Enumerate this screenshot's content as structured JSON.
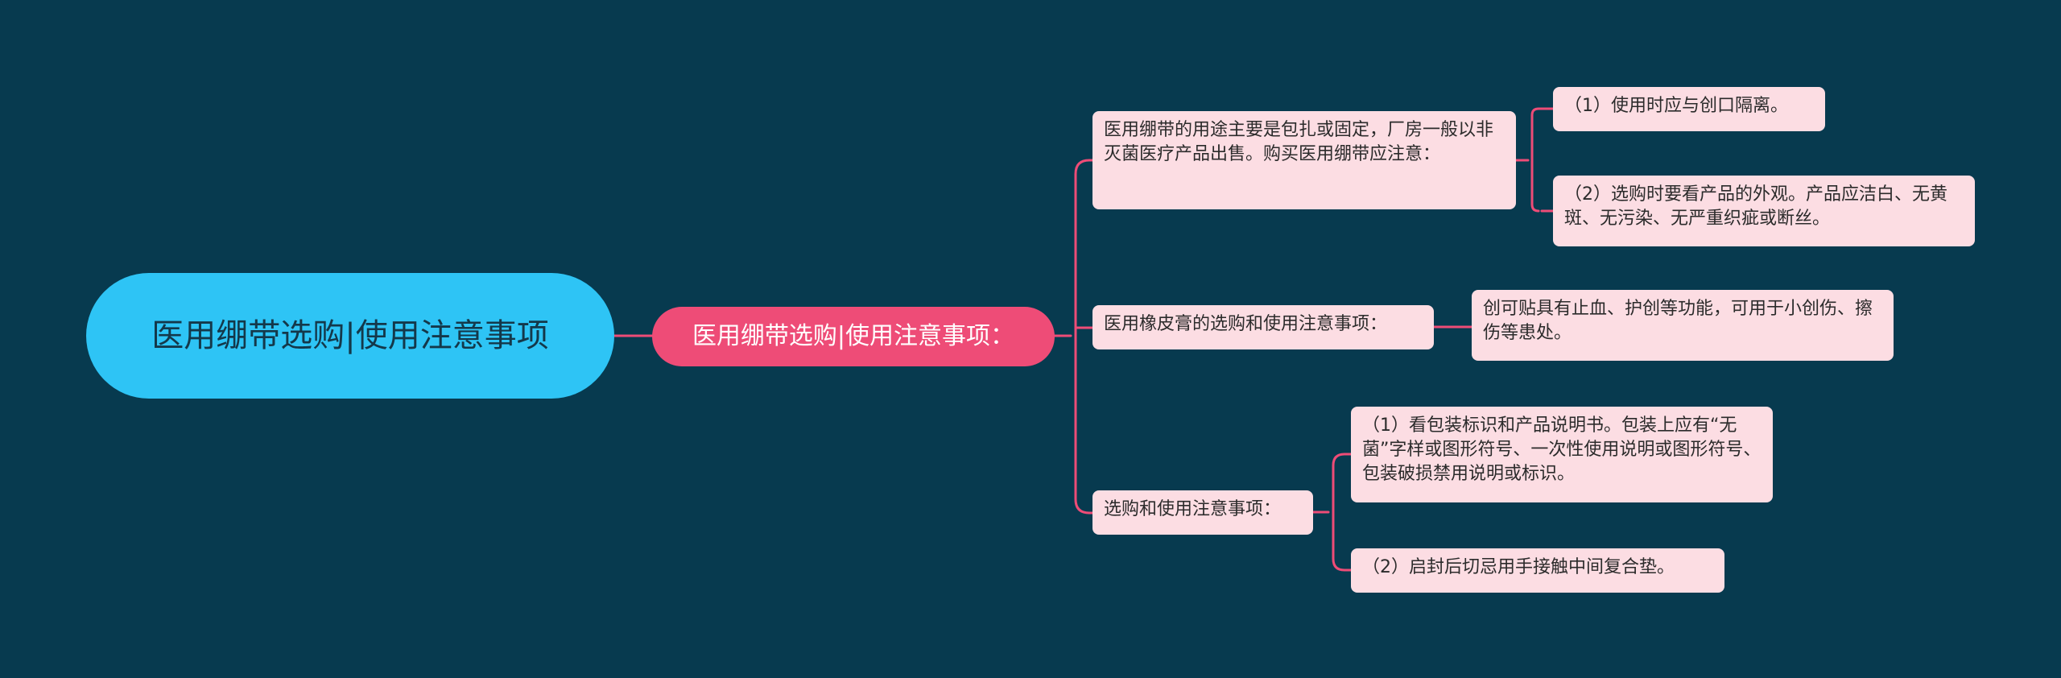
{
  "mindmap": {
    "root": "医用绷带选购|使用注意事项",
    "main": "医用绷带选购|使用注意事项：",
    "branches": [
      {
        "text": "医用绷带的用途主要是包扎或固定，厂房一般以非灭菌医疗产品出售。购买医用绷带应注意：",
        "children": [
          "（1）使用时应与创口隔离。",
          "（2）选购时要看产品的外观。产品应洁白、无黄斑、无污染、无严重织疵或断丝。"
        ]
      },
      {
        "text": "医用橡皮膏的选购和使用注意事项：",
        "children": [
          "创可贴具有止血、护创等功能，可用于小创伤、擦伤等患处。"
        ]
      },
      {
        "text": "选购和使用注意事项：",
        "children": [
          "（1）看包装标识和产品说明书。包装上应有“无菌”字样或图形符号、一次性使用说明或图形符号、包装破损禁用说明或标识。",
          "（2）启封后切忌用手接触中间复合垫。"
        ]
      }
    ]
  },
  "colors": {
    "background": "#073a4f",
    "root": "#2ec4f5",
    "main": "#ee4c77",
    "sub": "#fcdde3",
    "connector": "#ee4c77"
  }
}
